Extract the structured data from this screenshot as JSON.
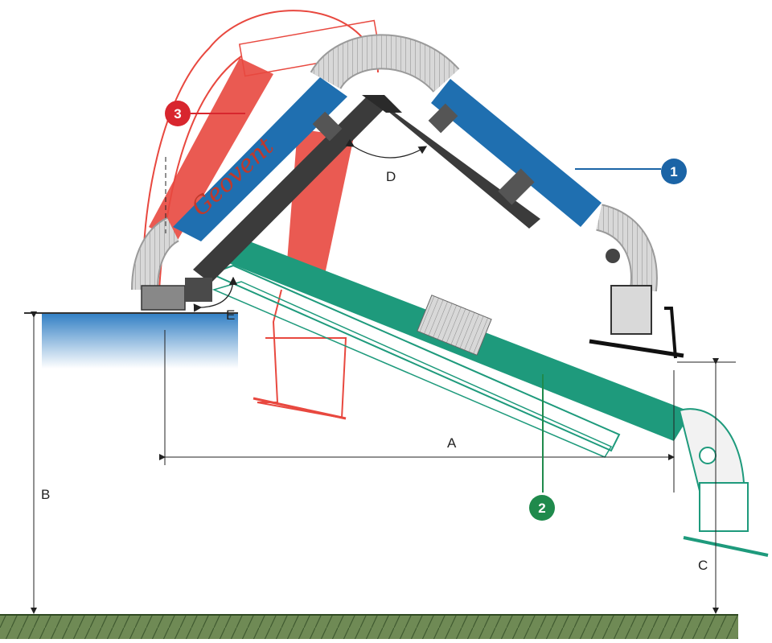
{
  "colors": {
    "arm_blue": "#1f6fb0",
    "arm_green": "#1e9a7c",
    "arm_red": "#e8483f",
    "support_dark": "#3b3b3b",
    "duct_silver": "#c9c9c9",
    "wall_blue": "#3f8fd0",
    "floor_green": "#5d7a4a",
    "badge_blue": "#1b64a6",
    "badge_green": "#1f8a4c",
    "badge_red": "#d8262e"
  },
  "dimensions": {
    "a": "A",
    "b": "B",
    "c": "C",
    "d": "D",
    "e": "E"
  },
  "callouts": {
    "one": "1",
    "two": "2",
    "three": "3"
  },
  "brand_script": "Geovent"
}
